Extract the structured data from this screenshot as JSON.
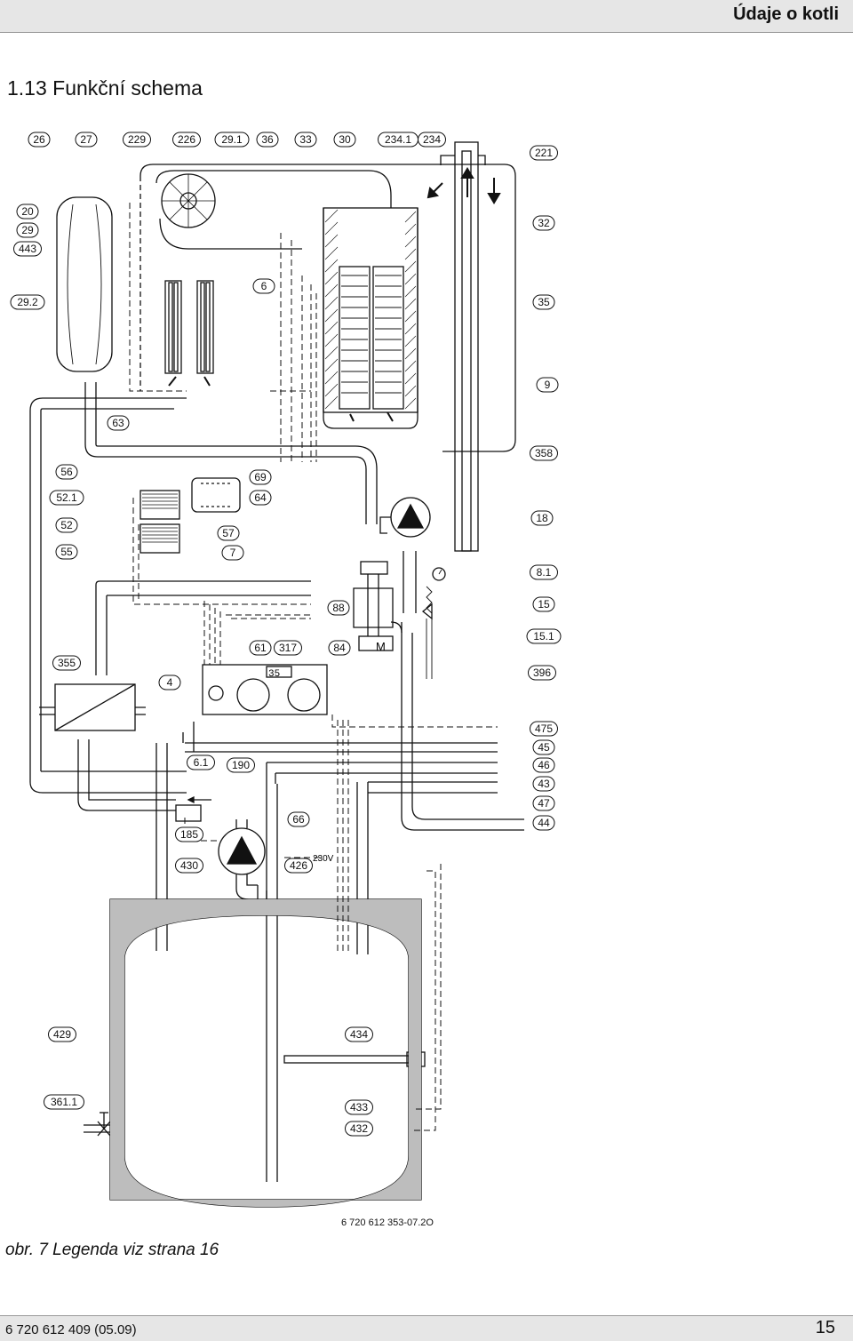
{
  "header": {
    "title": "Údaje o kotli"
  },
  "section": {
    "title": "1.13 Funkční schema"
  },
  "caption": {
    "text": "obr. 7    Legenda viz strana 16"
  },
  "figure_ref": "6 720 612 353-07.2O",
  "footer": {
    "doc_code": "6 720 612 409 (05.09)",
    "page": "15"
  },
  "labels": {
    "top": [
      "26",
      "27",
      "229",
      "226",
      "29.1",
      "36",
      "33",
      "30",
      "234.1",
      "234"
    ],
    "left": [
      "20",
      "29",
      "443",
      "29.2",
      "63",
      "56",
      "52.1",
      "52",
      "55",
      "355",
      "4"
    ],
    "right": [
      "221",
      "32",
      "35",
      "9",
      "358",
      "18",
      "8.1",
      "15",
      "15.1",
      "396",
      "475",
      "45",
      "46",
      "43",
      "47",
      "44"
    ],
    "inner": [
      "6",
      "69",
      "64",
      "57",
      "7",
      "88",
      "61",
      "317",
      "84",
      "6.1",
      "190",
      "185",
      "66",
      "430",
      "426",
      "429",
      "434",
      "361.1",
      "433",
      "432"
    ]
  },
  "texts": {
    "voltage": "230V",
    "motor": "M",
    "display": "35"
  }
}
